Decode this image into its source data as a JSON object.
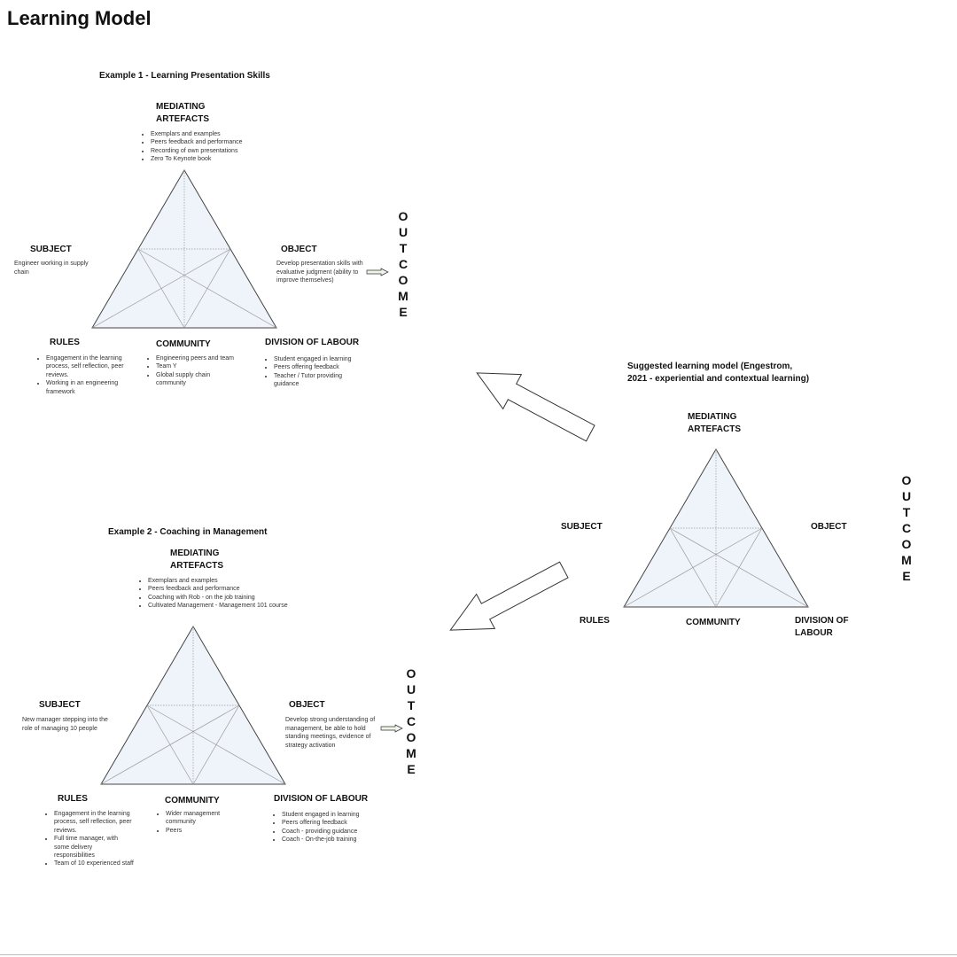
{
  "title": "Learning Model",
  "outcome_letters": [
    "O",
    "U",
    "T",
    "C",
    "O",
    "M",
    "E"
  ],
  "example1": {
    "title": "Example 1 - Learning Presentation Skills",
    "mediating": {
      "label": "MEDIATING ARTEFACTS",
      "items": [
        "Exemplars and examples",
        "Peers feedback and performance",
        "Recording of own presentations",
        "Zero To Keynote book"
      ]
    },
    "subject": {
      "label": "SUBJECT",
      "text": "Engineer working in supply chain"
    },
    "object": {
      "label": "OBJECT",
      "text": "Develop presentation skills with evaluative judgment (ability to improve themselves)"
    },
    "rules": {
      "label": "RULES",
      "items": [
        "Engagement in the learning process, self reflection, peer reviews.",
        "Working in an engineering framework"
      ]
    },
    "community": {
      "label": "COMMUNITY",
      "items": [
        "Engineering peers and team",
        "Team Y",
        "Global supply chain community"
      ]
    },
    "division": {
      "label": "DIVISION OF LABOUR",
      "items": [
        "Student engaged in learning",
        "Peers offering feedback",
        "Teacher / Tutor providing guidance"
      ]
    }
  },
  "example2": {
    "title": "Example 2 - Coaching in Management",
    "mediating": {
      "label": "MEDIATING ARTEFACTS",
      "items": [
        "Exemplars and examples",
        "Peers feedback and performance",
        "Coaching with Rob - on the job training",
        "Cultivated Management - Management 101 course"
      ]
    },
    "subject": {
      "label": "SUBJECT",
      "text": "New manager stepping into the role of managing 10 people"
    },
    "object": {
      "label": "OBJECT",
      "text": "Develop strong understanding of management, be able to hold standing meetings, evidence of strategy activation"
    },
    "rules": {
      "label": "RULES",
      "items": [
        "Engagement in the learning process, self reflection, peer reviews.",
        "Full time manager, with some delivery responsibilities",
        "Team of 10 experienced staff"
      ]
    },
    "community": {
      "label": "COMMUNITY",
      "items": [
        "Wider management community",
        "Peers"
      ]
    },
    "division": {
      "label": "DIVISION OF LABOUR",
      "items": [
        "Student engaged in learning",
        "Peers offering feedback",
        "Coach - providing guidance",
        "Coach - On-the-job training"
      ]
    }
  },
  "suggested": {
    "title": "Suggested learning model (Engestrom, 2021 - experiential and contextual learning)",
    "mediating": "MEDIATING ARTEFACTS",
    "subject": "SUBJECT",
    "object": "OBJECT",
    "rules": "RULES",
    "community": "COMMUNITY",
    "division": "DIVISION OF LABOUR"
  }
}
